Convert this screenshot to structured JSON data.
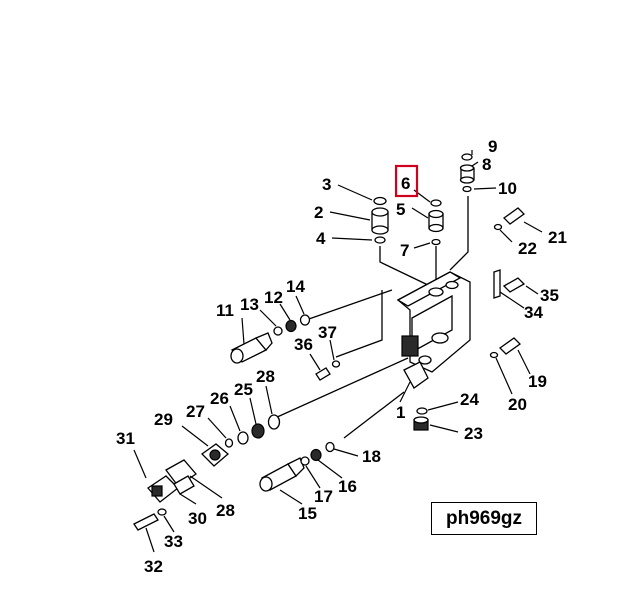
{
  "highlight_color": "#d0021b",
  "highlighted_callout": "6",
  "diagram_code": "ph969gz",
  "callouts": [
    {
      "key": "c1",
      "text": "1"
    },
    {
      "key": "c2",
      "text": "2"
    },
    {
      "key": "c3",
      "text": "3"
    },
    {
      "key": "c4",
      "text": "4"
    },
    {
      "key": "c5",
      "text": "5"
    },
    {
      "key": "c6",
      "text": "6"
    },
    {
      "key": "c7",
      "text": "7"
    },
    {
      "key": "c8",
      "text": "8"
    },
    {
      "key": "c9",
      "text": "9"
    },
    {
      "key": "c10",
      "text": "10"
    },
    {
      "key": "c11",
      "text": "11"
    },
    {
      "key": "c12",
      "text": "12"
    },
    {
      "key": "c13",
      "text": "13"
    },
    {
      "key": "c14",
      "text": "14"
    },
    {
      "key": "c15",
      "text": "15"
    },
    {
      "key": "c16",
      "text": "16"
    },
    {
      "key": "c17",
      "text": "17"
    },
    {
      "key": "c18",
      "text": "18"
    },
    {
      "key": "c19",
      "text": "19"
    },
    {
      "key": "c20",
      "text": "20"
    },
    {
      "key": "c21",
      "text": "21"
    },
    {
      "key": "c22",
      "text": "22"
    },
    {
      "key": "c23",
      "text": "23"
    },
    {
      "key": "c24",
      "text": "24"
    },
    {
      "key": "c25",
      "text": "25"
    },
    {
      "key": "c26",
      "text": "26"
    },
    {
      "key": "c27",
      "text": "27"
    },
    {
      "key": "c28a",
      "text": "28"
    },
    {
      "key": "c28b",
      "text": "28"
    },
    {
      "key": "c29",
      "text": "29"
    },
    {
      "key": "c30",
      "text": "30"
    },
    {
      "key": "c31",
      "text": "31"
    },
    {
      "key": "c32",
      "text": "32"
    },
    {
      "key": "c33",
      "text": "33"
    },
    {
      "key": "c34",
      "text": "34"
    },
    {
      "key": "c35",
      "text": "35"
    },
    {
      "key": "c36",
      "text": "36"
    },
    {
      "key": "c37",
      "text": "37"
    }
  ]
}
